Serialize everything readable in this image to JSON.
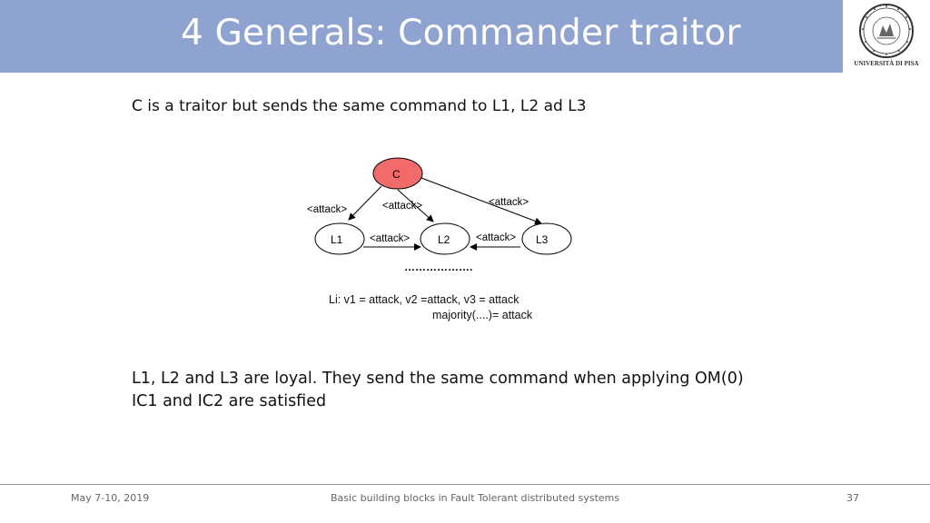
{
  "slide": {
    "title": "4 Generals: Commander traitor",
    "subtitle": "C is a traitor but sends the same  command to L1, L2 ad L3",
    "body_lines": [
      "L1, L2 and L3 are loyal. They send the same command when applying OM(0)",
      "IC1 and IC2 are satisfied"
    ]
  },
  "logo": {
    "seal_text": "IN SUPREMAE DIGNITATIS",
    "year": "1343",
    "caption": "UNIVERSITÀ DI PISA"
  },
  "diagram": {
    "nodes": {
      "commander": "C",
      "lt1": "L1",
      "lt2": "L2",
      "lt3": "L3"
    },
    "edge_labels": {
      "c_to_l1": "<attack>",
      "c_to_l2": "<attack>",
      "c_to_l3": "<attack>",
      "l1_to_l2": "<attack>",
      "l3_to_l2": "<attack>"
    },
    "ellipsis": "……………….",
    "note_line1": "Li: v1 = attack,  v2 =attack,  v3 = attack",
    "note_line2": "majority(....)= attack",
    "colors": {
      "commander_fill": "#f26b6b",
      "node_fill": "#ffffff",
      "stroke": "#000000"
    }
  },
  "footer": {
    "date": "May 7-10, 2019",
    "course": "Basic building blocks in Fault Tolerant distributed systems",
    "page": "37"
  },
  "colors": {
    "header_bg": "#8fa3d0",
    "title_text": "#ffffff"
  }
}
